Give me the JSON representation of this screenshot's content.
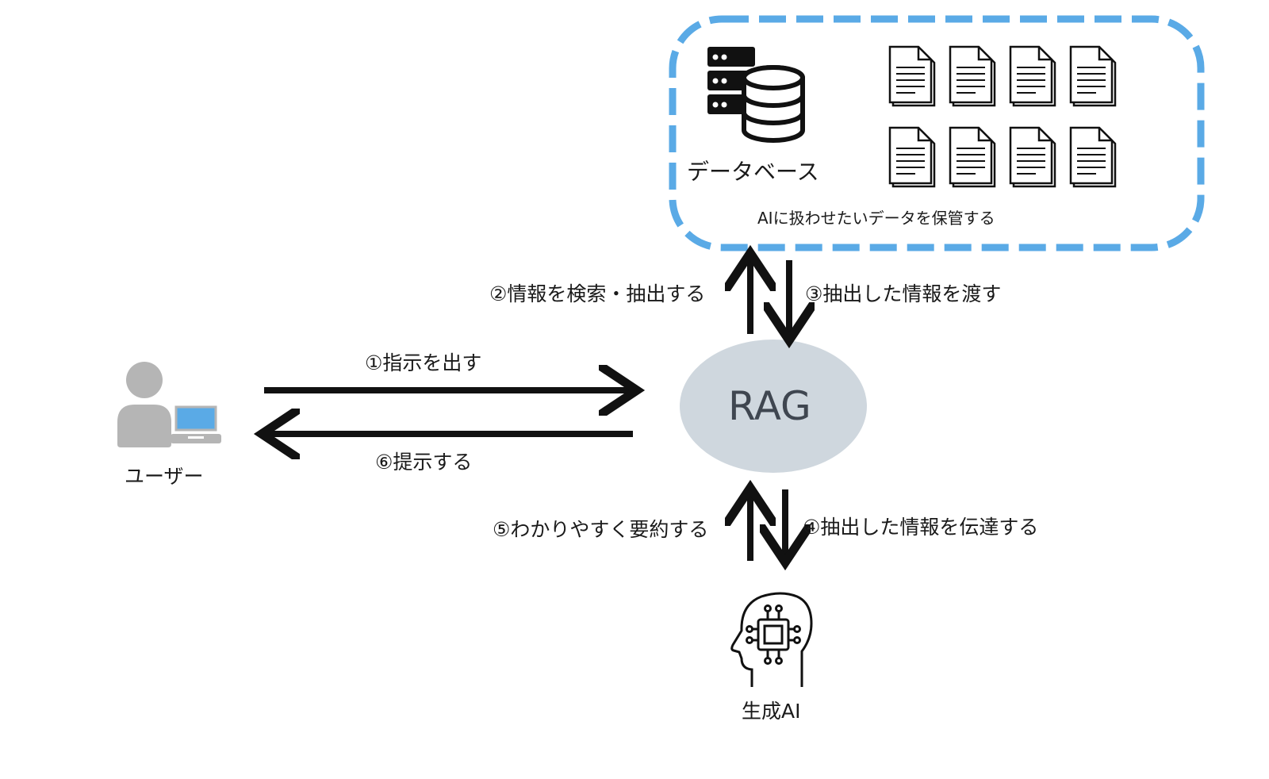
{
  "database": {
    "label": "データベース",
    "caption": "AIに扱わせたいデータを保管する",
    "icon": "database-server-icon",
    "document_count": 8,
    "border_color": "#5aaae6"
  },
  "rag": {
    "label": "RAG",
    "fill_color": "#cfd7de"
  },
  "user": {
    "label": "ユーザー",
    "person_color": "#b5b5b5",
    "screen_color": "#5aaae6"
  },
  "ai": {
    "label": "生成AI",
    "icon": "ai-head-chip-icon"
  },
  "steps": {
    "s1": "①指示を出す",
    "s2": "②情報を検索・抽出する",
    "s3": "③抽出した情報を渡す",
    "s4": "④抽出した情報を伝達する",
    "s5": "⑤わかりやすく要約する",
    "s6": "⑥提示する"
  }
}
